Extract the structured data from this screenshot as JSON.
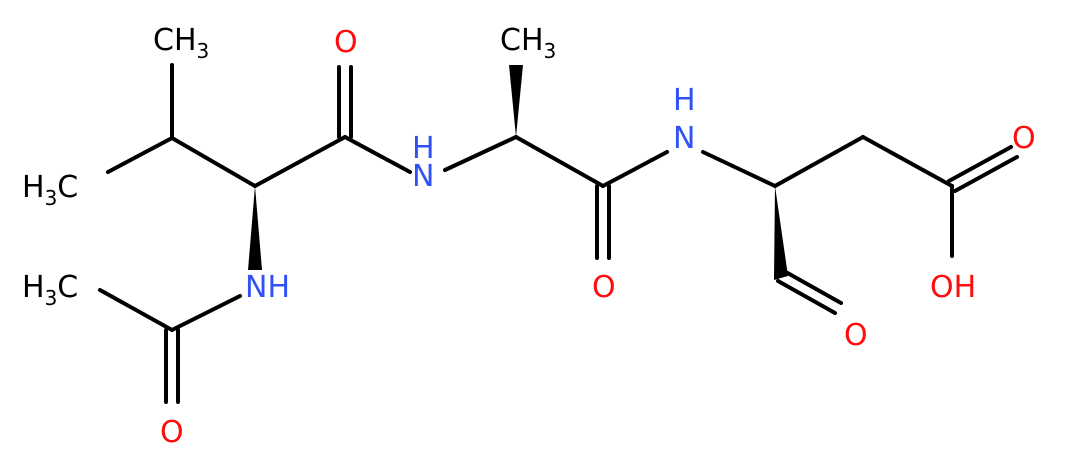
{
  "molecule": {
    "atom_labels": {
      "ch3_top_left": {
        "main": "CH",
        "sub": "3"
      },
      "h3c_left": {
        "pre": "H",
        "sub": "3",
        "main": "C"
      },
      "h3c_acetyl": {
        "pre": "H",
        "sub": "3",
        "main": "C"
      },
      "nh_acetyl": "NH",
      "o_acetyl": "O",
      "o_val": "O",
      "nh_ala": "N",
      "h_ala": "H",
      "ch3_ala": {
        "main": "CH",
        "sub": "3"
      },
      "o_ala": "O",
      "h_asp": "H",
      "nh_asp": "N",
      "o_ald": "O",
      "o_acid": "O",
      "oh_acid": "OH"
    },
    "colors": {
      "carbon": "#000000",
      "nitrogen": "#3050F8",
      "oxygen": "#FF0D0D",
      "bond": "#000000"
    }
  }
}
